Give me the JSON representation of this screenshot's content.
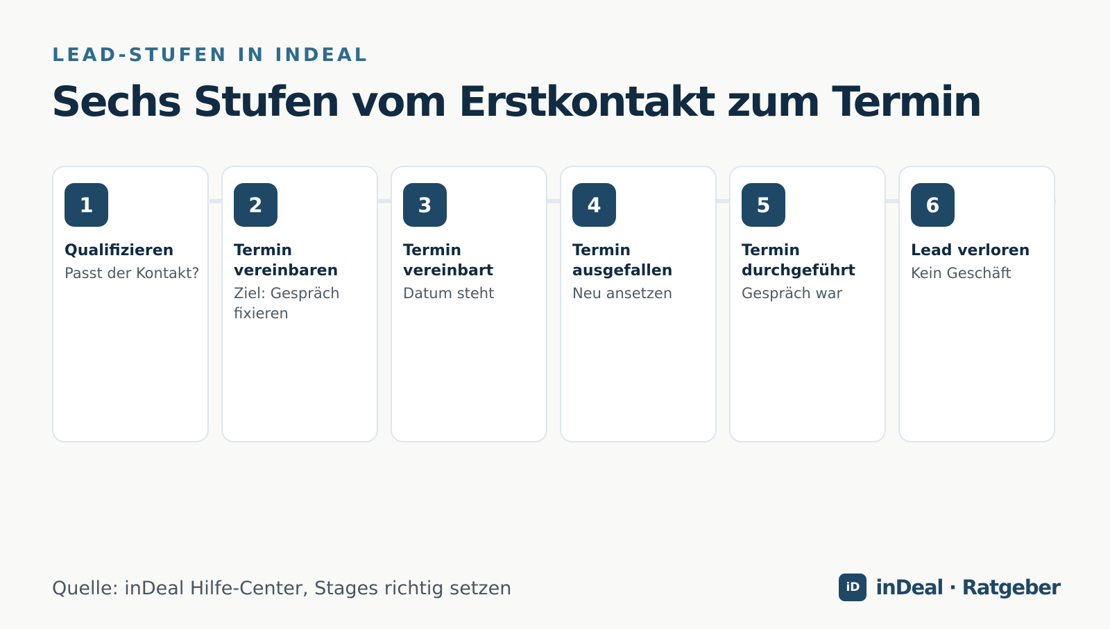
{
  "header": {
    "eyebrow": "LEAD-STUFEN IN INDEAL",
    "title": "Sechs Stufen vom Erstkontakt zum Termin"
  },
  "stages": [
    {
      "number": "1",
      "title": "Qualifizieren",
      "subtitle": "Passt der Kontakt?"
    },
    {
      "number": "2",
      "title": "Termin vereinbaren",
      "subtitle": "Ziel: Gespräch fixieren"
    },
    {
      "number": "3",
      "title": "Termin vereinbart",
      "subtitle": "Datum steht"
    },
    {
      "number": "4",
      "title": "Termin ausgefallen",
      "subtitle": "Neu ansetzen"
    },
    {
      "number": "5",
      "title": "Termin durchgeführt",
      "subtitle": "Gespräch war"
    },
    {
      "number": "6",
      "title": "Lead verloren",
      "subtitle": "Kein Geschäft"
    }
  ],
  "footer": {
    "source": "Quelle: inDeal Hilfe-Center, Stages richtig setzen",
    "logo_text": "iD",
    "brand": "inDeal · Ratgeber"
  },
  "colors": {
    "accent": "#1e4866",
    "eyebrow": "#2e6b8e",
    "title": "#102b42",
    "background": "#f9f9f8"
  }
}
